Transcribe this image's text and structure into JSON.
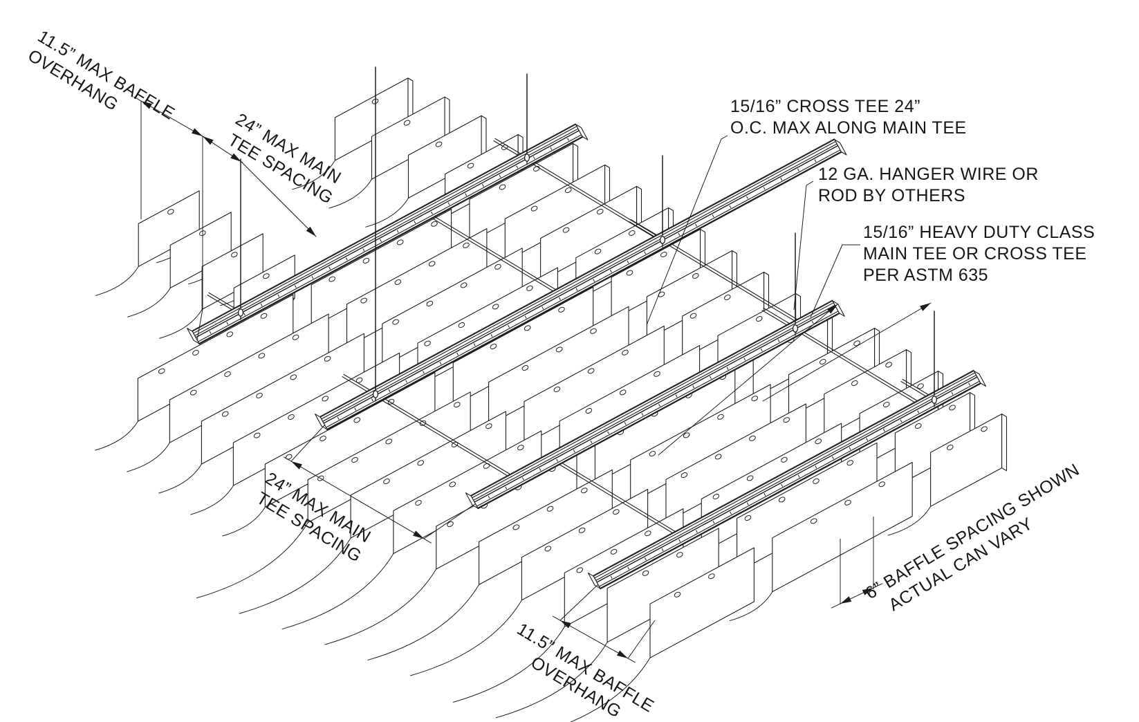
{
  "diagram": {
    "kind": "isometric construction detail drawing",
    "colors": {
      "line": "#1c1c1c",
      "background": "#ffffff"
    },
    "annotations": {
      "baffle_overhang_top": [
        "11.5” MAX BAFFLE",
        "OVERHANG"
      ],
      "tee_spacing_top": [
        "24” MAX MAIN",
        "TEE SPACING"
      ],
      "cross_tee_note": [
        "15/16”  CROSS TEE 24”",
        "O.C. MAX ALONG MAIN TEE"
      ],
      "hanger_wire_note": [
        "12 GA. HANGER WIRE OR",
        "ROD BY OTHERS"
      ],
      "heavy_duty_note": [
        "15/16” HEAVY DUTY CLASS",
        "MAIN TEE OR CROSS TEE",
        "PER ASTM 635"
      ],
      "tee_spacing_bottom": [
        "24” MAX MAIN",
        "TEE SPACING"
      ],
      "baffle_overhang_bottom": [
        "11.5” MAX BAFFLE",
        "OVERHANG"
      ],
      "baffle_spacing_note": [
        "6” BAFFLE SPACING SHOWN",
        "ACTUAL CAN VARY"
      ]
    }
  }
}
